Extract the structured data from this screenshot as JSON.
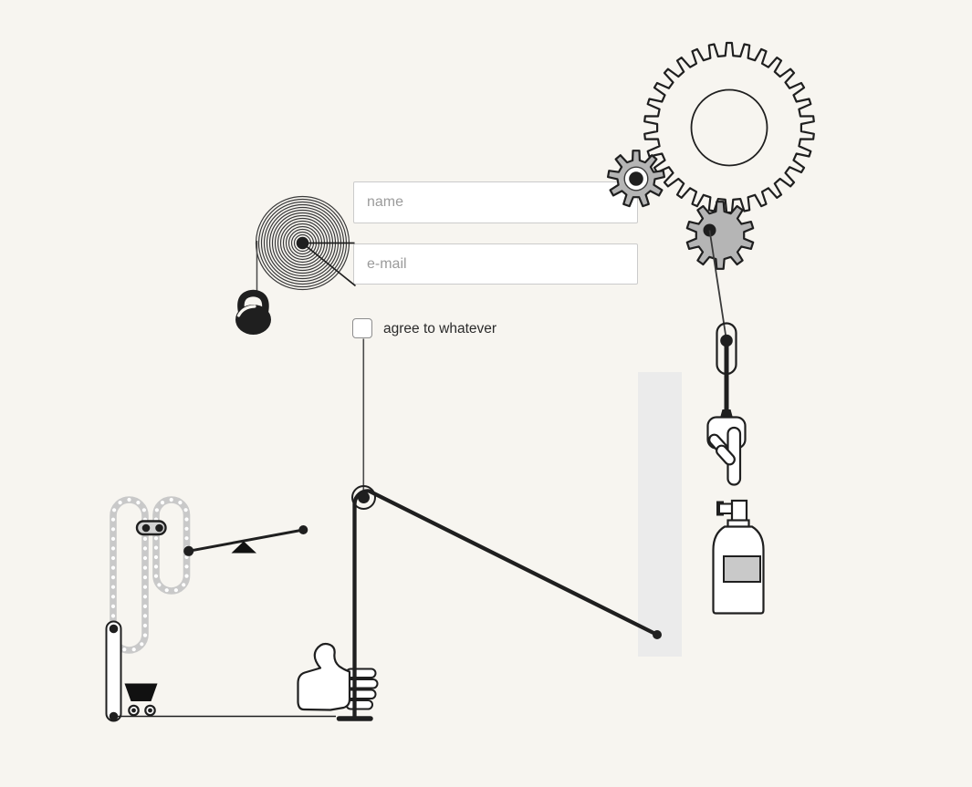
{
  "form": {
    "name_field": {
      "placeholder": "name",
      "value": ""
    },
    "email_field": {
      "placeholder": "e-mail",
      "value": ""
    },
    "agree_checkbox": {
      "label": "agree to whatever",
      "checked": false
    }
  },
  "machine": {
    "parts": [
      "large-gear",
      "small-gear",
      "medium-gear",
      "crank-rod",
      "chain-link",
      "pointing-hand-icon",
      "spray-bottle-icon",
      "coil-spring",
      "kettlebell-icon",
      "pulley-wheel",
      "rope-lever",
      "fist-hand-icon",
      "conveyor-track",
      "track-cart",
      "seesaw-lever",
      "piston-link",
      "mine-cart-icon",
      "ground-line",
      "side-panel"
    ]
  },
  "colors": {
    "background": "#f7f5f0",
    "ink": "#1f1f1f",
    "gear_fill": "#b5b5b5",
    "track_gray": "#c9c9c9",
    "panel_gray": "#ebebeb",
    "label_gray": "#c9c9c9",
    "thin_line": "#4a4a4a",
    "input_border": "#cbcbcb",
    "placeholder_text": "#9b9b9b",
    "label_text": "#2b2b2b"
  }
}
